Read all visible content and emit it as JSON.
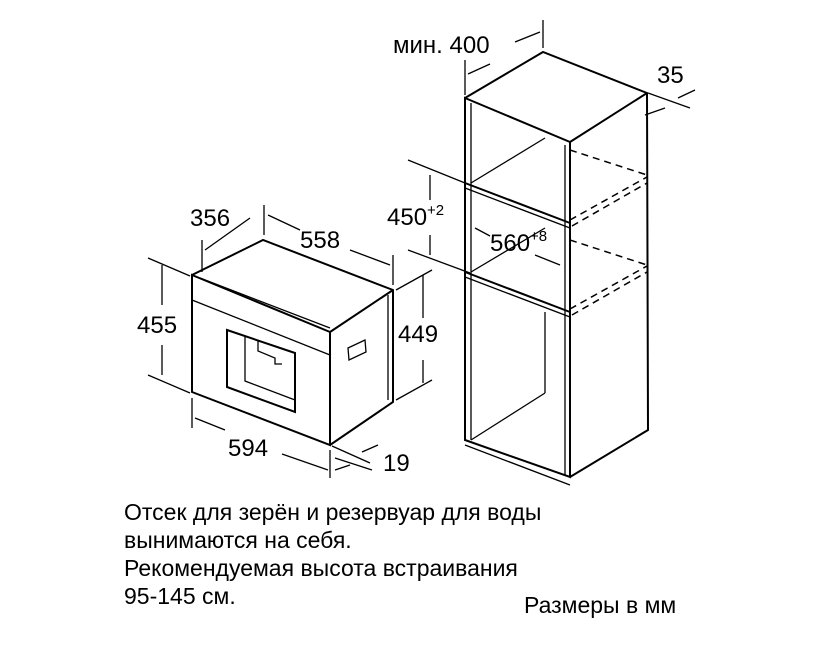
{
  "dimensions": {
    "min_depth_label": "мин. 400",
    "back_gap": "35",
    "appliance_depth": "356",
    "appliance_width_back": "558",
    "appliance_height_front": "455",
    "appliance_height_body": "449",
    "appliance_width_front": "594",
    "front_panel_depth": "19",
    "niche_height": "450",
    "niche_height_tolerance": "+2",
    "niche_width": "560",
    "niche_width_tolerance": "+8"
  },
  "notes": [
    "Отсек для зерён и резервуар для воды",
    "вынимаются на себя.",
    "Рекомендуемая высота встраивания",
    "95-145 см."
  ],
  "units_label": "Размеры в мм"
}
